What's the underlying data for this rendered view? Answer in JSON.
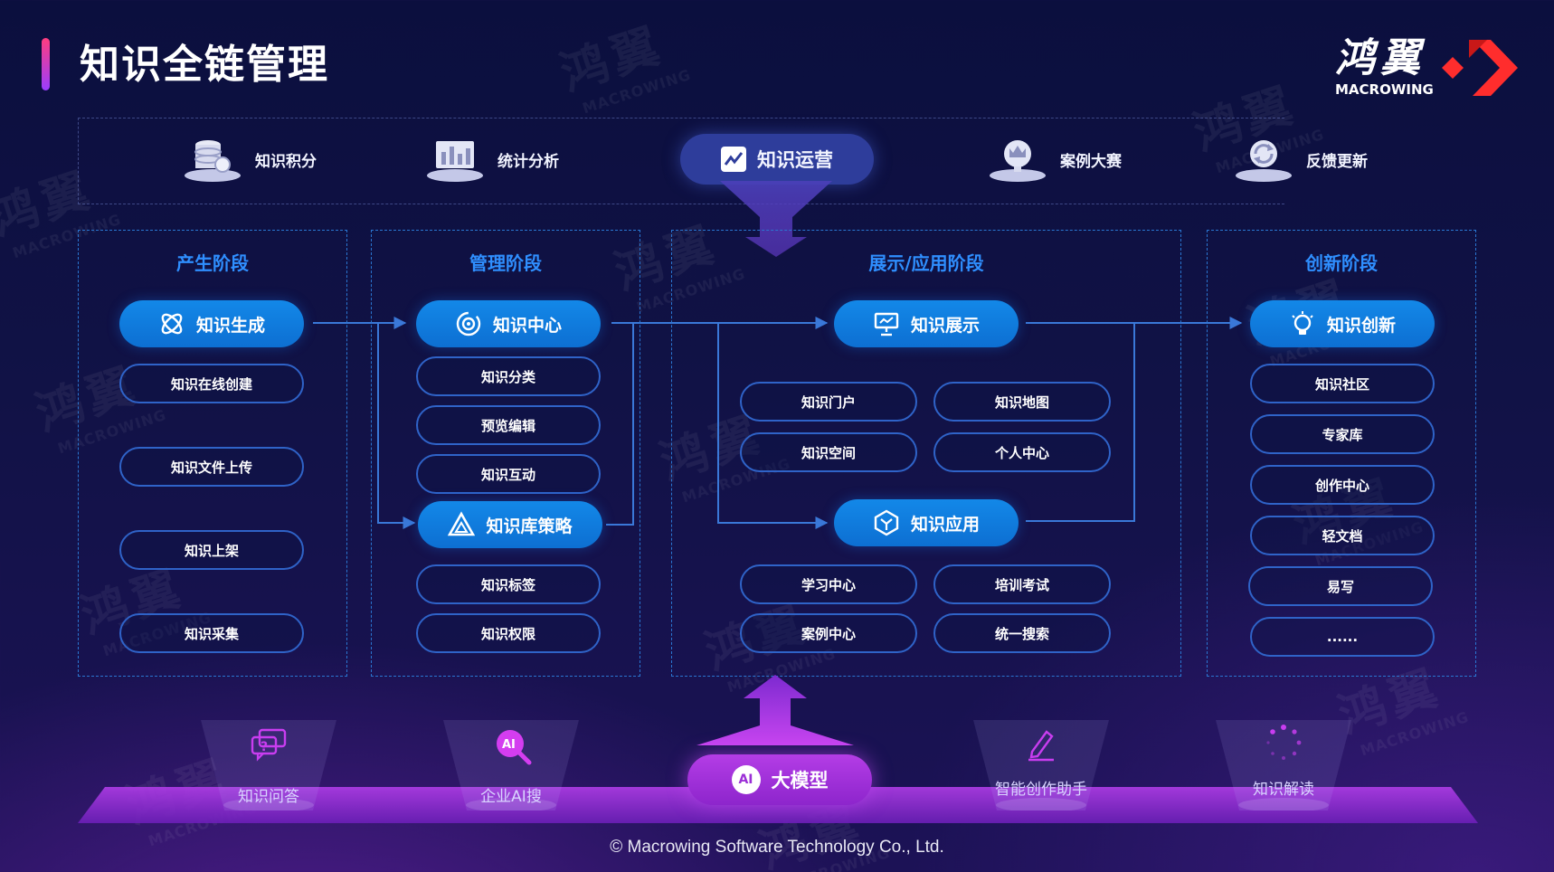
{
  "header": {
    "title": "知识全链管理"
  },
  "logo": {
    "name_zh": "鸿翼",
    "name_en": "MACROWING",
    "accent": "#ff2d2d"
  },
  "watermark": {
    "zh": "鸿翼",
    "en": "MACROWING"
  },
  "operations": {
    "items": [
      {
        "label": "知识积分",
        "icon": "database-icon"
      },
      {
        "label": "统计分析",
        "icon": "bar-chart-icon"
      },
      {
        "label": "知识运营",
        "icon": "trend-line-icon",
        "active": true
      },
      {
        "label": "案例大赛",
        "icon": "trophy-crown-icon"
      },
      {
        "label": "反馈更新",
        "icon": "refresh-icon"
      }
    ]
  },
  "stages": {
    "produce": {
      "title": "产生阶段",
      "main": "知识生成",
      "items": [
        "知识在线创建",
        "知识文件上传",
        "知识上架",
        "知识采集"
      ]
    },
    "manage": {
      "title": "管理阶段",
      "main": "知识中心",
      "items": [
        "知识分类",
        "预览编辑",
        "知识互动"
      ],
      "secondary": "知识库策略",
      "items2": [
        "知识标签",
        "知识权限"
      ]
    },
    "display": {
      "title": "展示/应用阶段",
      "main": "知识展示",
      "items": [
        "知识门户",
        "知识地图",
        "知识空间",
        "个人中心"
      ],
      "secondary": "知识应用",
      "items2": [
        "学习中心",
        "培训考试",
        "案例中心",
        "统一搜索"
      ]
    },
    "innovate": {
      "title": "创新阶段",
      "main": "知识创新",
      "items": [
        "知识社区",
        "专家库",
        "创作中心",
        "轻文档",
        "易写",
        "......"
      ]
    }
  },
  "bottom": {
    "llm": {
      "icon_text": "AI",
      "label": "大模型"
    },
    "tools": [
      {
        "label": "知识问答",
        "icon": "chat-question-icon"
      },
      {
        "label": "企业AI搜",
        "icon": "ai-search-icon",
        "icon_text": "AI"
      },
      {
        "label": "智能创作助手",
        "icon": "pen-icon"
      },
      {
        "label": "知识解读",
        "icon": "loading-dots-icon"
      }
    ]
  },
  "footer": {
    "copyright": "© Macrowing Software Technology Co., Ltd."
  },
  "colors": {
    "pill_blue": "#1388e8",
    "chip_border": "#2f63c8",
    "stage_title": "#2f8fff",
    "llm_purple": "#b43de6",
    "flow_line": "#3a78d8"
  }
}
